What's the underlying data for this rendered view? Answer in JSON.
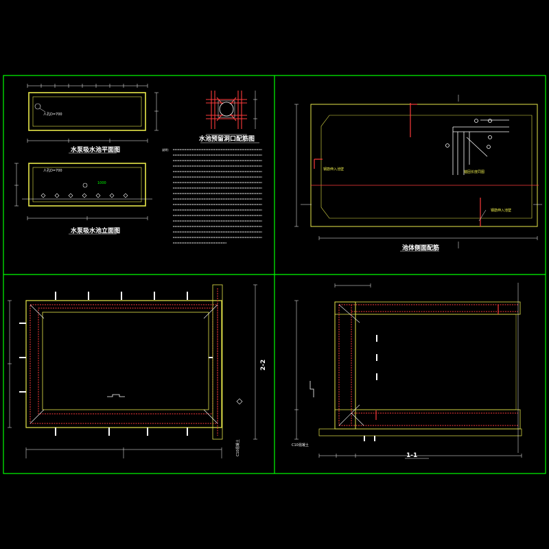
{
  "colors": {
    "background": "#000000",
    "frame": "#00ff00",
    "wall": "#e8e84a",
    "rebar": "#ff3b3b",
    "dim": "#ffffff",
    "accent": "#00ffff"
  },
  "titles": {
    "plan": "水泵吸水池平面图",
    "elevation": "水泵吸水池立面图",
    "hole_detail": "水池预留洞口配筋图",
    "reinforcement": "池体侧面配筋",
    "section_2": "2-2",
    "section_1": "1-1"
  },
  "labels": {
    "manhole_plan": "人孔D=700",
    "manhole_elev": "人孔D=700",
    "c10_left": "C10混凝土",
    "c10_right": "C10混凝土",
    "reinf_a": "钢筋伸入池壁",
    "reinf_b": "锚固长度同图",
    "reinf_c": "钢筋伸入池壁"
  },
  "notes": {
    "header": "说明："
  }
}
